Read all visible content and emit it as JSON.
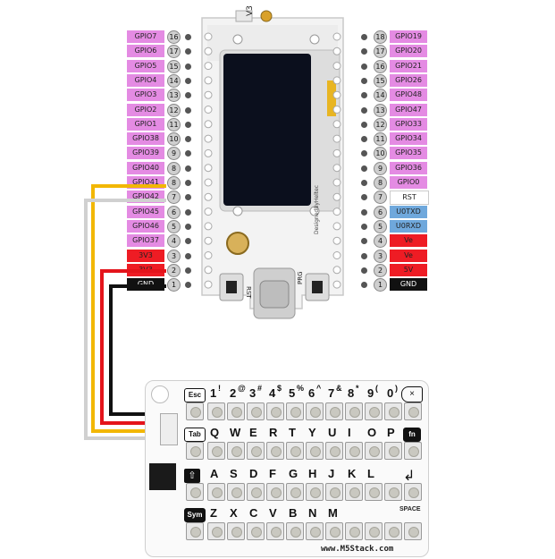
{
  "left_pins": [
    {
      "num": "16",
      "label": "GPIO7",
      "color": "#e48be3"
    },
    {
      "num": "17",
      "label": "GPIO6",
      "color": "#e48be3"
    },
    {
      "num": "15",
      "label": "GPIO5",
      "color": "#e48be3"
    },
    {
      "num": "14",
      "label": "GPIO4",
      "color": "#e48be3"
    },
    {
      "num": "13",
      "label": "GPIO3",
      "color": "#e48be3"
    },
    {
      "num": "12",
      "label": "GPIO2",
      "color": "#e48be3"
    },
    {
      "num": "11",
      "label": "GPIO1",
      "color": "#e48be3"
    },
    {
      "num": "10",
      "label": "GPIO38",
      "color": "#e48be3"
    },
    {
      "num": "9",
      "label": "GPIO39",
      "color": "#e48be3"
    },
    {
      "num": "8",
      "label": "GPIO40",
      "color": "#e48be3"
    },
    {
      "num": "8",
      "label": "GPIO41",
      "color": "#e48be3"
    },
    {
      "num": "7",
      "label": "GPIO42",
      "color": "#e48be3"
    },
    {
      "num": "6",
      "label": "GPIO45",
      "color": "#e48be3"
    },
    {
      "num": "5",
      "label": "GPIO46",
      "color": "#e48be3"
    },
    {
      "num": "4",
      "label": "GPIO37",
      "color": "#e48be3"
    },
    {
      "num": "3",
      "label": "3V3",
      "color": "#ee1c24"
    },
    {
      "num": "2",
      "label": "3V3",
      "color": "#ee1c24"
    },
    {
      "num": "1",
      "label": "GND",
      "color": "#111111"
    }
  ],
  "right_pins": [
    {
      "num": "18",
      "label": "GPIO19",
      "color": "#e48be3"
    },
    {
      "num": "17",
      "label": "GPIO20",
      "color": "#e48be3"
    },
    {
      "num": "16",
      "label": "GPIO21",
      "color": "#e48be3"
    },
    {
      "num": "15",
      "label": "GPIO26",
      "color": "#e48be3"
    },
    {
      "num": "14",
      "label": "GPIO48",
      "color": "#e48be3"
    },
    {
      "num": "13",
      "label": "GPIO47",
      "color": "#e48be3"
    },
    {
      "num": "12",
      "label": "GPIO33",
      "color": "#e48be3"
    },
    {
      "num": "11",
      "label": "GPIO34",
      "color": "#e48be3"
    },
    {
      "num": "10",
      "label": "GPIO35",
      "color": "#e48be3"
    },
    {
      "num": "9",
      "label": "GPIO36",
      "color": "#e48be3"
    },
    {
      "num": "8",
      "label": "GPIO0",
      "color": "#e48be3"
    },
    {
      "num": "7",
      "label": "RST",
      "color": "#ffffff"
    },
    {
      "num": "6",
      "label": "U0TXD",
      "color": "#6fa8dc"
    },
    {
      "num": "5",
      "label": "U0RXD",
      "color": "#6fa8dc"
    },
    {
      "num": "4",
      "label": "Ve",
      "color": "#ee1c24"
    },
    {
      "num": "3",
      "label": "Ve",
      "color": "#ee1c24"
    },
    {
      "num": "2",
      "label": "5V",
      "color": "#ee1c24"
    },
    {
      "num": "1",
      "label": "GND",
      "color": "#111111"
    }
  ],
  "board": {
    "version": "V3",
    "rst_label": "RST",
    "prg_label": "PRG",
    "vendor_silk": "DesignedByHeltec"
  },
  "wires": [
    {
      "name": "yellow",
      "color": "#f2b705"
    },
    {
      "name": "white",
      "color": "#d0d0d0"
    },
    {
      "name": "red",
      "color": "#e4141b"
    },
    {
      "name": "black",
      "color": "#111111"
    }
  ],
  "keyboard": {
    "row1": [
      "1",
      "2",
      "3",
      "4",
      "5",
      "6",
      "7",
      "8",
      "9",
      "0"
    ],
    "row1_sub": [
      "!",
      "@",
      "#",
      "$",
      "%",
      "^",
      "&",
      "*",
      "(",
      ")"
    ],
    "row2": [
      "Q",
      "W",
      "E",
      "R",
      "T",
      "Y",
      "U",
      "I",
      "O",
      "P"
    ],
    "row3": [
      "A",
      "S",
      "D",
      "F",
      "G",
      "H",
      "J",
      "K",
      "L"
    ],
    "row4": [
      "Z",
      "X",
      "C",
      "V",
      "B",
      "N",
      "M"
    ],
    "esc": "Esc",
    "tab": "Tab",
    "sym": "Sym",
    "fn": "fn",
    "space": "SPACE",
    "url": "www.M5Stack.com",
    "del_icon": "backspace-icon",
    "enter_icon": "enter-icon",
    "shift_icon": "shift-up-arrow-icon"
  }
}
